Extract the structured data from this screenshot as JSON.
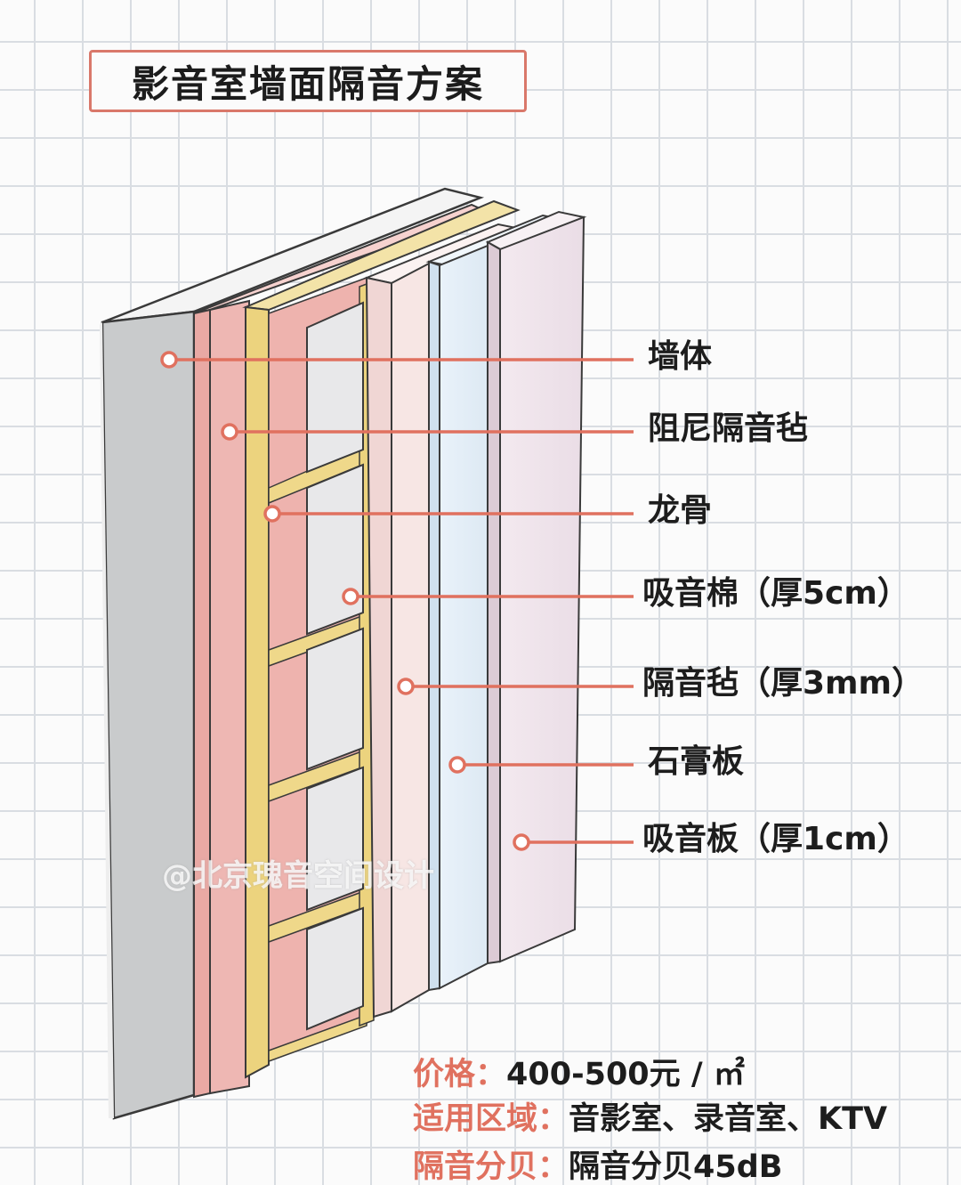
{
  "title": "影音室墙面隔音方案",
  "layers": [
    {
      "label": "墙体"
    },
    {
      "label": "阻尼隔音毡"
    },
    {
      "label": "龙骨"
    },
    {
      "label": "吸音棉（厚5cm）"
    },
    {
      "label": "隔音毡（厚3mm）"
    },
    {
      "label": "石膏板"
    },
    {
      "label": "吸音板（厚1cm）"
    }
  ],
  "watermark": "@北京瑰音空间设计",
  "info": {
    "price_key": "价格：",
    "price_val": "400-500元 / ㎡",
    "scope_key": "适用区域：",
    "scope_val": "音影室、录音室、KTV",
    "sep_key": "隔音分贝：",
    "sep_val": "隔音分贝45dB"
  },
  "colors": {
    "accent": "#e0715f",
    "wall_front": "#cfd0d1",
    "damping_felt": "#eeb7b3",
    "keel": "#efd88a",
    "cotton": "#e8e8ea",
    "felt": "#f7e6e4",
    "gypsum": "#e3eef7",
    "panel": "#efe3ea"
  }
}
